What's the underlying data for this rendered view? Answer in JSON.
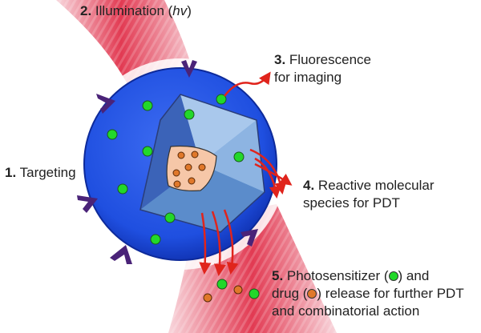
{
  "labels": {
    "illumination": {
      "num": "2.",
      "text": "Illumination (",
      "italic": "hv",
      "close": ")"
    },
    "fluorescence": {
      "num": "3.",
      "line1": "Fluorescence",
      "line2": "for imaging"
    },
    "targeting": {
      "num": "1.",
      "text": "Targeting"
    },
    "reactive": {
      "num": "4.",
      "line1": "Reactive molecular",
      "line2": "species for PDT"
    },
    "release": {
      "num": "5.",
      "line1a": "Photosensitizer (",
      "line1b": ") and",
      "line2a": "drug (",
      "line2b": ") release for further PDT",
      "line3": "and combinatorial action"
    }
  },
  "colors": {
    "shell": "#1f4fe0",
    "shell_dark": "#0d2a9a",
    "photosensitizer": "#22d82a",
    "drug": "#e0782a",
    "core": "#f6c7a8",
    "light_beam": "#e23a52",
    "ligand": "#4a2378",
    "arrow": "#e0241c"
  },
  "icons": [
    "photosensitizer-dot-icon",
    "drug-dot-icon",
    "targeting-ligand-icon",
    "arrow-icon",
    "light-beam-icon"
  ]
}
